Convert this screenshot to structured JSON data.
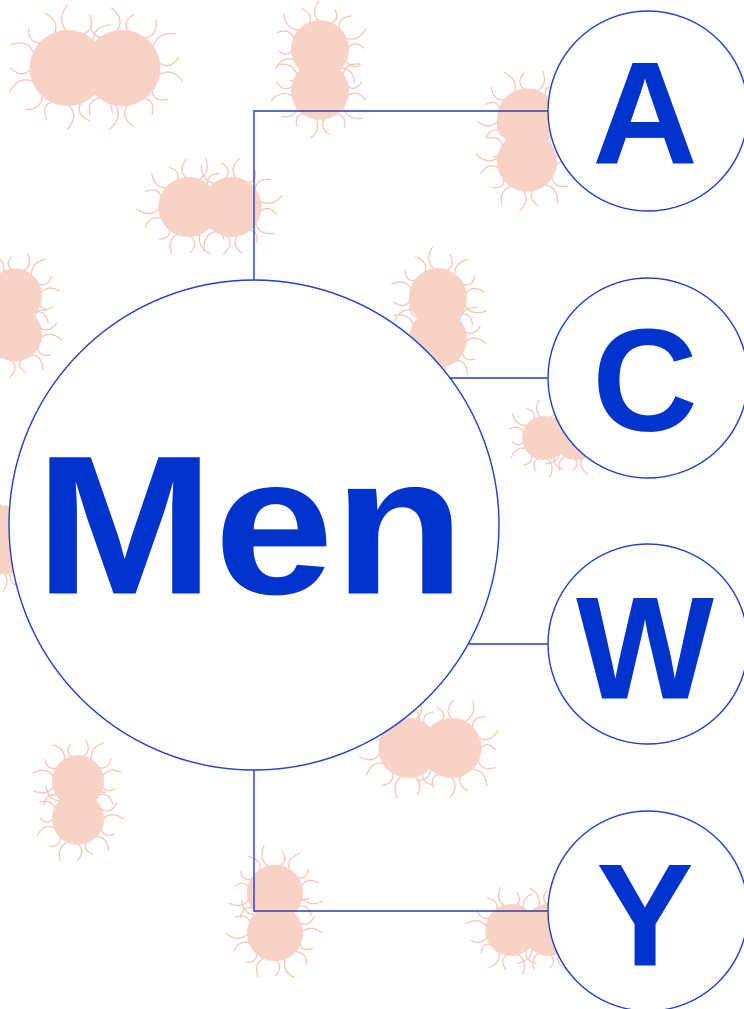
{
  "center_label": "Men",
  "serogroups": [
    {
      "label": "A"
    },
    {
      "label": "C"
    },
    {
      "label": "W"
    },
    {
      "label": "Y"
    }
  ],
  "colors": {
    "primary_blue": "#0033cc",
    "line_blue": "#1f3fc9",
    "germ_pink": "#f9d2c6"
  },
  "background_icon": "bacterium-diplococcus-icon"
}
